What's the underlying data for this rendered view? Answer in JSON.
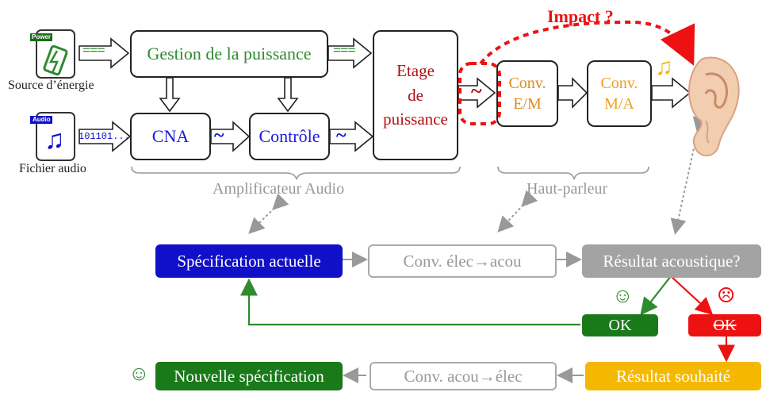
{
  "impact_label": "Impact ?",
  "source": {
    "icon_text": "Power",
    "label": "Source d’énergie"
  },
  "audio_file": {
    "icon_text": "Audio",
    "label": "Fichier audio",
    "bits": "101101..."
  },
  "blocks": {
    "gestion": "Gestion de la puissance",
    "cna": "CNA",
    "controle": "Contrôle",
    "etage": "Etage\nde\npuissance",
    "conv_em": "Conv.\nE/M",
    "conv_ma": "Conv.\nM/A"
  },
  "brace_labels": {
    "ampli": "Amplificateur Audio",
    "hp": "Haut-parleur"
  },
  "symbols": {
    "wave": "~",
    "dc": "===",
    "note": "♫",
    "smile": "☺",
    "frown": "☹"
  },
  "flow": {
    "spec_actuelle": "Spécification actuelle",
    "conv_elec_acou": "Conv. élec→acou",
    "resultat_acoustique": "Résultat acoustique?",
    "ok": "OK",
    "not_ok": "OK",
    "nouvelle_spec": "Nouvelle spécification",
    "conv_acou_elec": "Conv. acou→élec",
    "resultat_souhaite": "Résultat souhaité"
  },
  "colors": {
    "green": "#2e8b2e",
    "dark_green": "#1a7a1a",
    "blue": "#1a1adc",
    "dark_red": "#b01010",
    "orange": "#f0a020",
    "red": "#ee1111",
    "gray": "#9a9a9a",
    "navy": "#1010c8",
    "gold": "#f5b800"
  }
}
